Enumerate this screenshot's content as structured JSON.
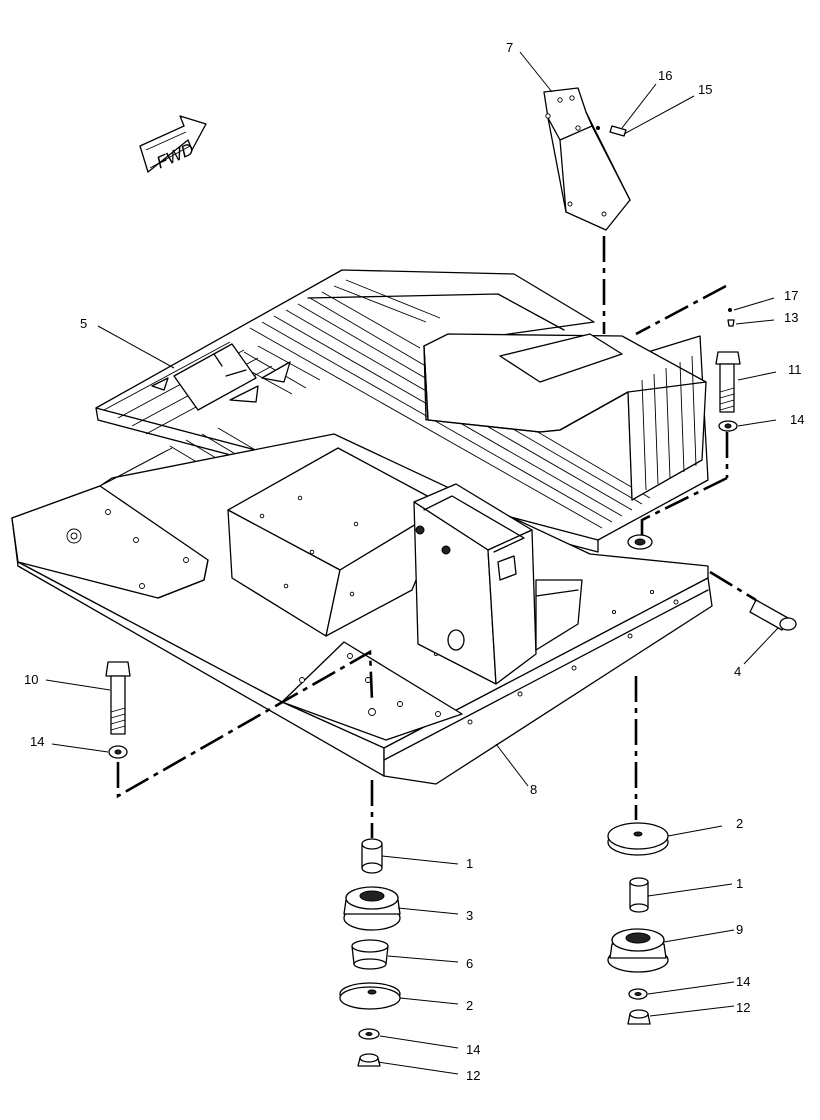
{
  "diagram": {
    "fwd_label": "FWD",
    "callouts": [
      {
        "id": "c7",
        "label": "7"
      },
      {
        "id": "c16",
        "label": "16"
      },
      {
        "id": "c15",
        "label": "15"
      },
      {
        "id": "c5",
        "label": "5"
      },
      {
        "id": "c17",
        "label": "17"
      },
      {
        "id": "c13",
        "label": "13"
      },
      {
        "id": "c11",
        "label": "11"
      },
      {
        "id": "c14a",
        "label": "14"
      },
      {
        "id": "c4",
        "label": "4"
      },
      {
        "id": "c10",
        "label": "10"
      },
      {
        "id": "c14b",
        "label": "14"
      },
      {
        "id": "c8",
        "label": "8"
      },
      {
        "id": "c2a",
        "label": "2"
      },
      {
        "id": "c1a",
        "label": "1"
      },
      {
        "id": "c1b",
        "label": "1"
      },
      {
        "id": "c3",
        "label": "3"
      },
      {
        "id": "c9",
        "label": "9"
      },
      {
        "id": "c6",
        "label": "6"
      },
      {
        "id": "c14c",
        "label": "14"
      },
      {
        "id": "c2b",
        "label": "2"
      },
      {
        "id": "c12a",
        "label": "12"
      },
      {
        "id": "c14d",
        "label": "14"
      },
      {
        "id": "c12b",
        "label": "12"
      }
    ]
  }
}
